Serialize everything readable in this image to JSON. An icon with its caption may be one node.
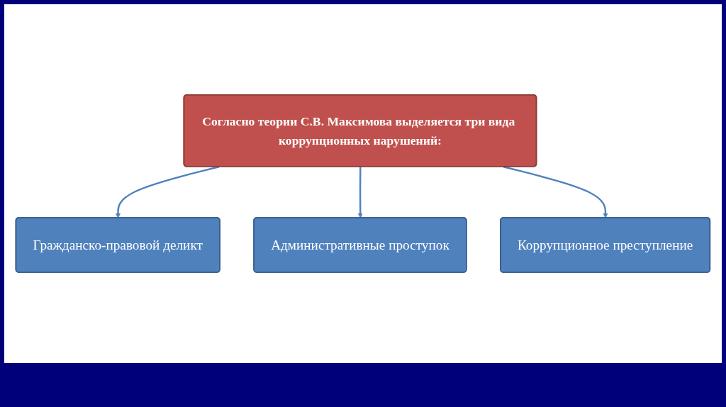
{
  "diagram": {
    "nodes": [
      {
        "text": [
          "Согласно теории С.В. Максимова выделяется три вида коррупционных нарушений:"
        ]
      },
      {
        "text": [
          "Гражданско-правовой деликт"
        ]
      },
      {
        "text": [
          "Административные проступок"
        ]
      },
      {
        "text": [
          "Коррупционное преступление"
        ]
      }
    ],
    "edges": [
      {
        "from": 0,
        "to": 1,
        "arrow": "to"
      },
      {
        "from": 0,
        "to": 2,
        "arrow": "to"
      },
      {
        "from": 0,
        "to": 3,
        "arrow": "to"
      }
    ]
  }
}
